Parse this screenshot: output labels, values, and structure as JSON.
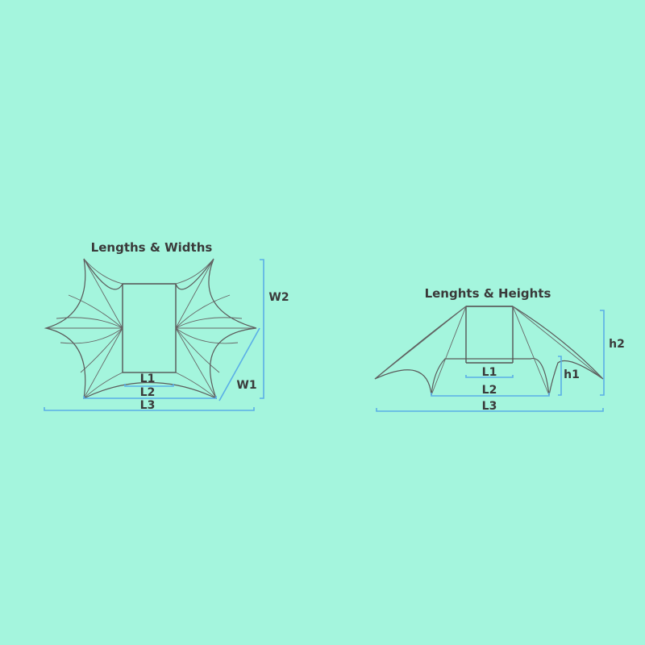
{
  "top_view": {
    "title": "Lengths & Widths",
    "labels": {
      "l1": "L1",
      "l2": "L2",
      "l3": "L3",
      "w1": "W1",
      "w2": "W2"
    }
  },
  "side_view": {
    "title": "Lenghts & Heights",
    "labels": {
      "l1": "L1",
      "l2": "L2",
      "l3": "L3",
      "h1": "h1",
      "h2": "h2"
    }
  },
  "colors": {
    "background": "#a4f5dd",
    "outline": "#5a5a5a",
    "dimension_line": "#5aaee6",
    "text": "#3a3a3a"
  }
}
